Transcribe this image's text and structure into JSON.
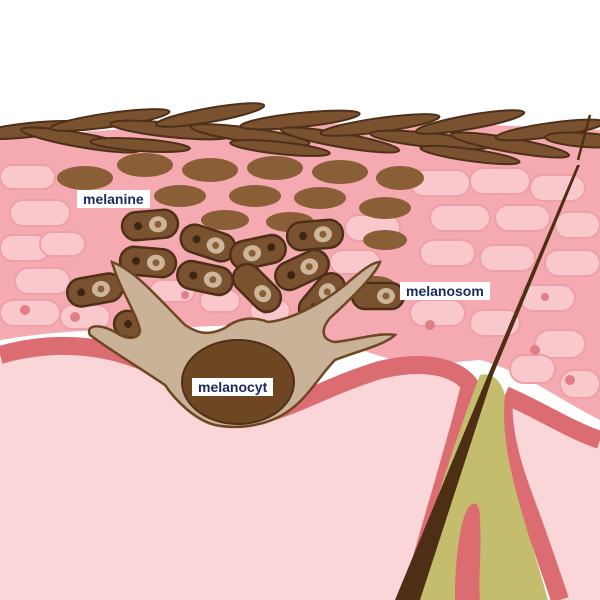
{
  "diagram": {
    "subject": "skin cross-section with melanocyte",
    "labels": {
      "melanine": "melanine",
      "melanosom": "melanosom",
      "melanocyt": "melanocyt"
    },
    "colors": {
      "background": "#ffffff",
      "epidermis": "#f4aab0",
      "epidermis_cell_light": "#f9c8cc",
      "cell_outline": "#e88a92",
      "cell_nucleus": "#e07f88",
      "dermis": "#fad6d8",
      "basement_membrane": "#db6d72",
      "stratum_corneum": "#7a5230",
      "stratum_corneum_outline": "#4e3019",
      "melanin": "#8a5e36",
      "melanosome_body": "#7a5230",
      "melanosome_core": "#cdb59a",
      "melanocyte_body": "#c9b298",
      "melanocyte_nucleus": "#6e4622",
      "hair_shaft": "#4e2e14",
      "hair_sheath": "#c5bd6e",
      "label_text": "#1b2a5c",
      "label_bg": "#ffffff"
    }
  }
}
